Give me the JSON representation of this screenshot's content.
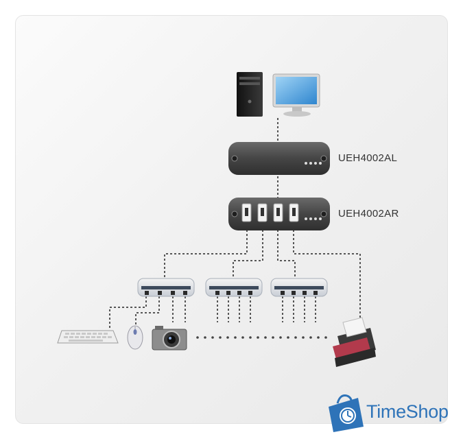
{
  "devices": {
    "local_unit_label": "UEH4002AL",
    "remote_unit_label": "UEH4002AR"
  },
  "watermark": {
    "brand": "TimeShop"
  },
  "icons": {
    "computer": "desktop-computer-icon",
    "local_unit": "usb-extender-local-unit-icon",
    "remote_unit": "usb-extender-remote-unit-icon",
    "hub": "usb-hub-icon",
    "keyboard": "keyboard-icon",
    "mouse": "mouse-icon",
    "camera": "camera-icon",
    "printer": "printer-icon",
    "logo": "shopping-bag-clock-icon"
  },
  "colors": {
    "connector_line": "#555555",
    "device_body": "#4a4a4a",
    "brand": "#2e73b8"
  }
}
